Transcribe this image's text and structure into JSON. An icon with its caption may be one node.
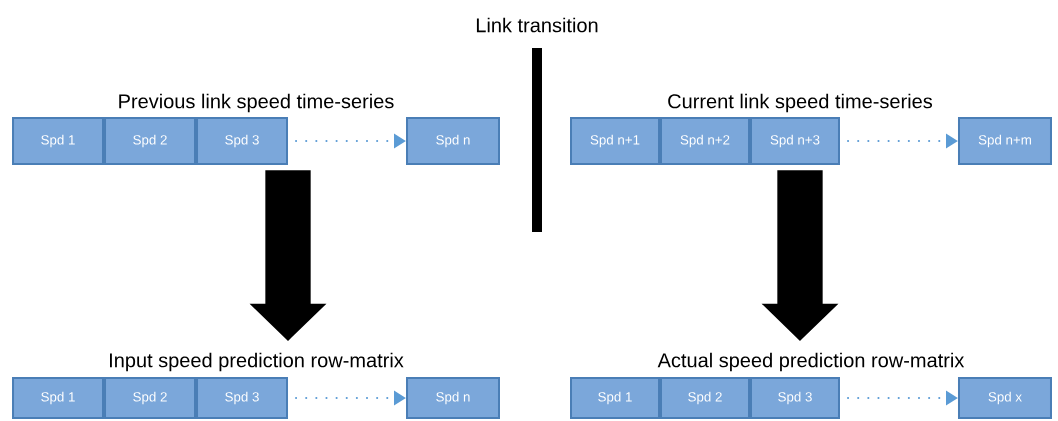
{
  "diagram": {
    "nodes": [
      {
        "text": [
          "Spd 1"
        ]
      },
      {
        "text": [
          "Spd 2"
        ]
      },
      {
        "text": [
          "Spd 3"
        ]
      },
      {
        "text": [
          "Spd n"
        ]
      },
      {
        "text": [
          "Spd n+1"
        ]
      },
      {
        "text": [
          "Spd n+2"
        ]
      },
      {
        "text": [
          "Spd n+3"
        ]
      },
      {
        "text": [
          "Spd n+m"
        ]
      },
      {
        "text": [
          "Spd 1"
        ]
      },
      {
        "text": [
          "Spd 2"
        ]
      },
      {
        "text": [
          "Spd 3"
        ]
      },
      {
        "text": [
          "Spd n"
        ]
      },
      {
        "text": [
          "Spd 1"
        ]
      },
      {
        "text": [
          "Spd 2"
        ]
      },
      {
        "text": [
          "Spd 3"
        ]
      },
      {
        "text": [
          "Spd x"
        ]
      }
    ],
    "edges": [
      {
        "from": 2,
        "to": 3,
        "arrow": "to",
        "style": "dashed"
      },
      {
        "from": 6,
        "to": 7,
        "arrow": "to",
        "style": "dashed"
      },
      {
        "from": 10,
        "to": 11,
        "arrow": "to",
        "style": "dashed"
      },
      {
        "from": 14,
        "to": 15,
        "arrow": "to",
        "style": "dashed"
      },
      {
        "from": 2,
        "to": 10,
        "arrow": "to",
        "style": "thick",
        "color": "#000000"
      },
      {
        "from": 6,
        "to": 14,
        "arrow": "to",
        "style": "thick",
        "color": "#000000"
      }
    ],
    "labels": [
      "Link transition",
      "Previous link speed time-series",
      "Current link speed time-series",
      "Input speed prediction row-matrix",
      "Actual speed prediction row-matrix"
    ]
  }
}
